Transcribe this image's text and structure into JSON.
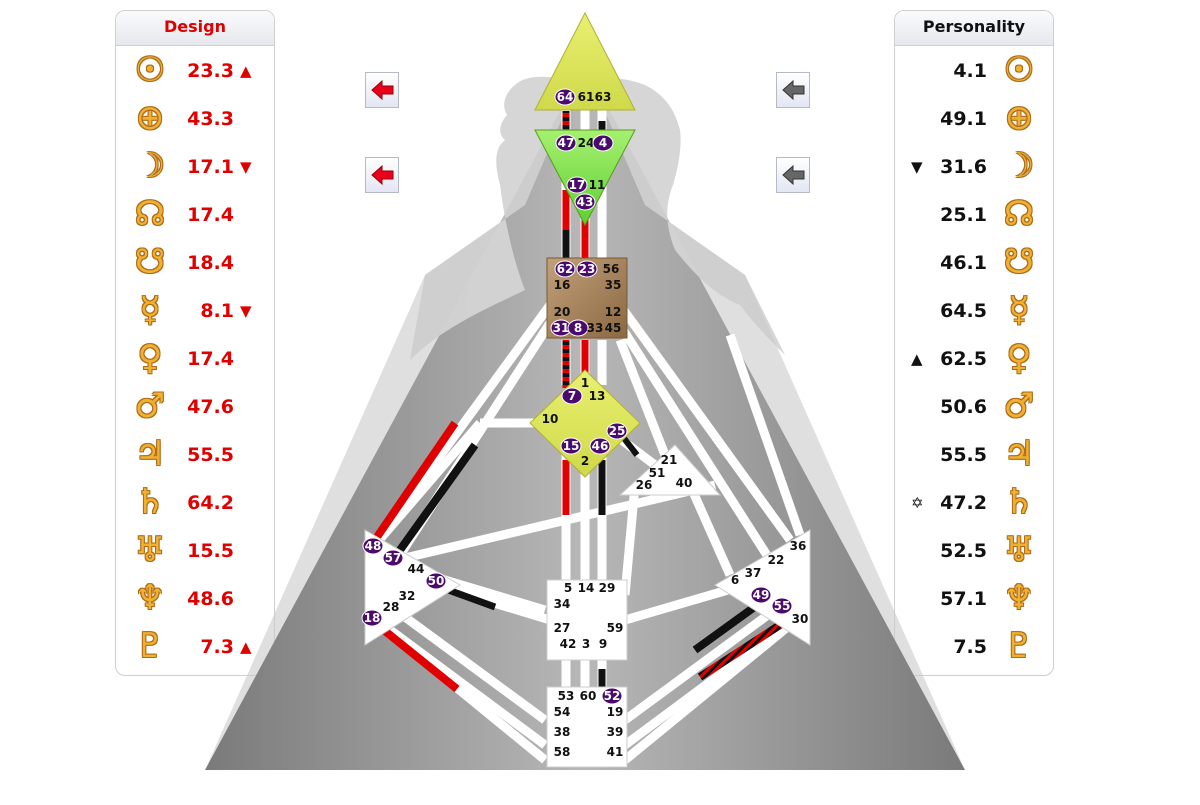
{
  "design": {
    "title": "Design",
    "rows": [
      {
        "icon": "sun-icon",
        "glyph": "☉",
        "value": "23.3",
        "mark": "▲"
      },
      {
        "icon": "earth-icon",
        "glyph": "⊕",
        "value": "43.3",
        "mark": ""
      },
      {
        "icon": "moon-icon",
        "glyph": "☽",
        "value": "17.1",
        "mark": "▼"
      },
      {
        "icon": "north-node-icon",
        "glyph": "☊",
        "value": "17.4",
        "mark": ""
      },
      {
        "icon": "south-node-icon",
        "glyph": "☋",
        "value": "18.4",
        "mark": ""
      },
      {
        "icon": "mercury-icon",
        "glyph": "☿",
        "value": "8.1",
        "mark": "▼"
      },
      {
        "icon": "venus-icon",
        "glyph": "♀",
        "value": "17.4",
        "mark": ""
      },
      {
        "icon": "mars-icon",
        "glyph": "♂",
        "value": "47.6",
        "mark": ""
      },
      {
        "icon": "jupiter-icon",
        "glyph": "♃",
        "value": "55.5",
        "mark": ""
      },
      {
        "icon": "saturn-icon",
        "glyph": "♄",
        "value": "64.2",
        "mark": ""
      },
      {
        "icon": "uranus-icon",
        "glyph": "♅",
        "value": "15.5",
        "mark": ""
      },
      {
        "icon": "neptune-icon",
        "glyph": "♆",
        "value": "48.6",
        "mark": ""
      },
      {
        "icon": "pluto-icon",
        "glyph": "♇",
        "value": "7.3",
        "mark": "▲"
      }
    ]
  },
  "personality": {
    "title": "Personality",
    "rows": [
      {
        "icon": "sun-icon",
        "glyph": "☉",
        "value": "4.1",
        "mark": ""
      },
      {
        "icon": "earth-icon",
        "glyph": "⊕",
        "value": "49.1",
        "mark": ""
      },
      {
        "icon": "moon-icon",
        "glyph": "☽",
        "value": "31.6",
        "mark": "▼"
      },
      {
        "icon": "north-node-icon",
        "glyph": "☊",
        "value": "25.1",
        "mark": ""
      },
      {
        "icon": "south-node-icon",
        "glyph": "☋",
        "value": "46.1",
        "mark": ""
      },
      {
        "icon": "mercury-icon",
        "glyph": "☿",
        "value": "64.5",
        "mark": ""
      },
      {
        "icon": "venus-icon",
        "glyph": "♀",
        "value": "62.5",
        "mark": "▲"
      },
      {
        "icon": "mars-icon",
        "glyph": "♂",
        "value": "50.6",
        "mark": ""
      },
      {
        "icon": "jupiter-icon",
        "glyph": "♃",
        "value": "55.5",
        "mark": ""
      },
      {
        "icon": "saturn-icon",
        "glyph": "♄",
        "value": "47.2",
        "mark": "✡"
      },
      {
        "icon": "uranus-icon",
        "glyph": "♅",
        "value": "52.5",
        "mark": ""
      },
      {
        "icon": "neptune-icon",
        "glyph": "♆",
        "value": "57.1",
        "mark": ""
      },
      {
        "icon": "pluto-icon",
        "glyph": "♇",
        "value": "7.5",
        "mark": ""
      }
    ]
  },
  "arrows": [
    {
      "name": "design-arrow-top",
      "icon": "arrow-left-icon",
      "color": "#e8001c"
    },
    {
      "name": "design-arrow-bottom",
      "icon": "arrow-left-icon",
      "color": "#e8001c"
    },
    {
      "name": "personality-arrow-top",
      "icon": "arrow-left-icon",
      "color": "#666666"
    },
    {
      "name": "personality-arrow-bottom",
      "icon": "arrow-left-icon",
      "color": "#666666"
    }
  ],
  "colors": {
    "design_red": "#e00000",
    "personality_black": "#111111",
    "active_gate": "#4b0a6e",
    "head_center": "#e0ec5e",
    "ajna_center": "#86e048",
    "throat_center": "#a5825a",
    "g_center": "#e0ec5e",
    "open_center": "#ffffff"
  },
  "gates": {
    "head": [
      "64",
      "61",
      "63"
    ],
    "ajna": [
      "47",
      "24",
      "4",
      "17",
      "11",
      "43"
    ],
    "throat": [
      "62",
      "23",
      "56",
      "16",
      "35",
      "20",
      "12",
      "31",
      "8",
      "33",
      "45"
    ],
    "g": [
      "1",
      "7",
      "13",
      "10",
      "15",
      "46",
      "2",
      "25"
    ],
    "ego": [
      "21",
      "51",
      "26",
      "40"
    ],
    "spleen": [
      "48",
      "57",
      "44",
      "50",
      "32",
      "28",
      "18"
    ],
    "sacral": [
      "5",
      "14",
      "29",
      "34",
      "27",
      "59",
      "42",
      "3",
      "9"
    ],
    "root": [
      "53",
      "60",
      "52",
      "54",
      "19",
      "38",
      "39",
      "58",
      "41"
    ],
    "solar_plexus": [
      "36",
      "22",
      "37",
      "6",
      "49",
      "55",
      "30"
    ]
  }
}
